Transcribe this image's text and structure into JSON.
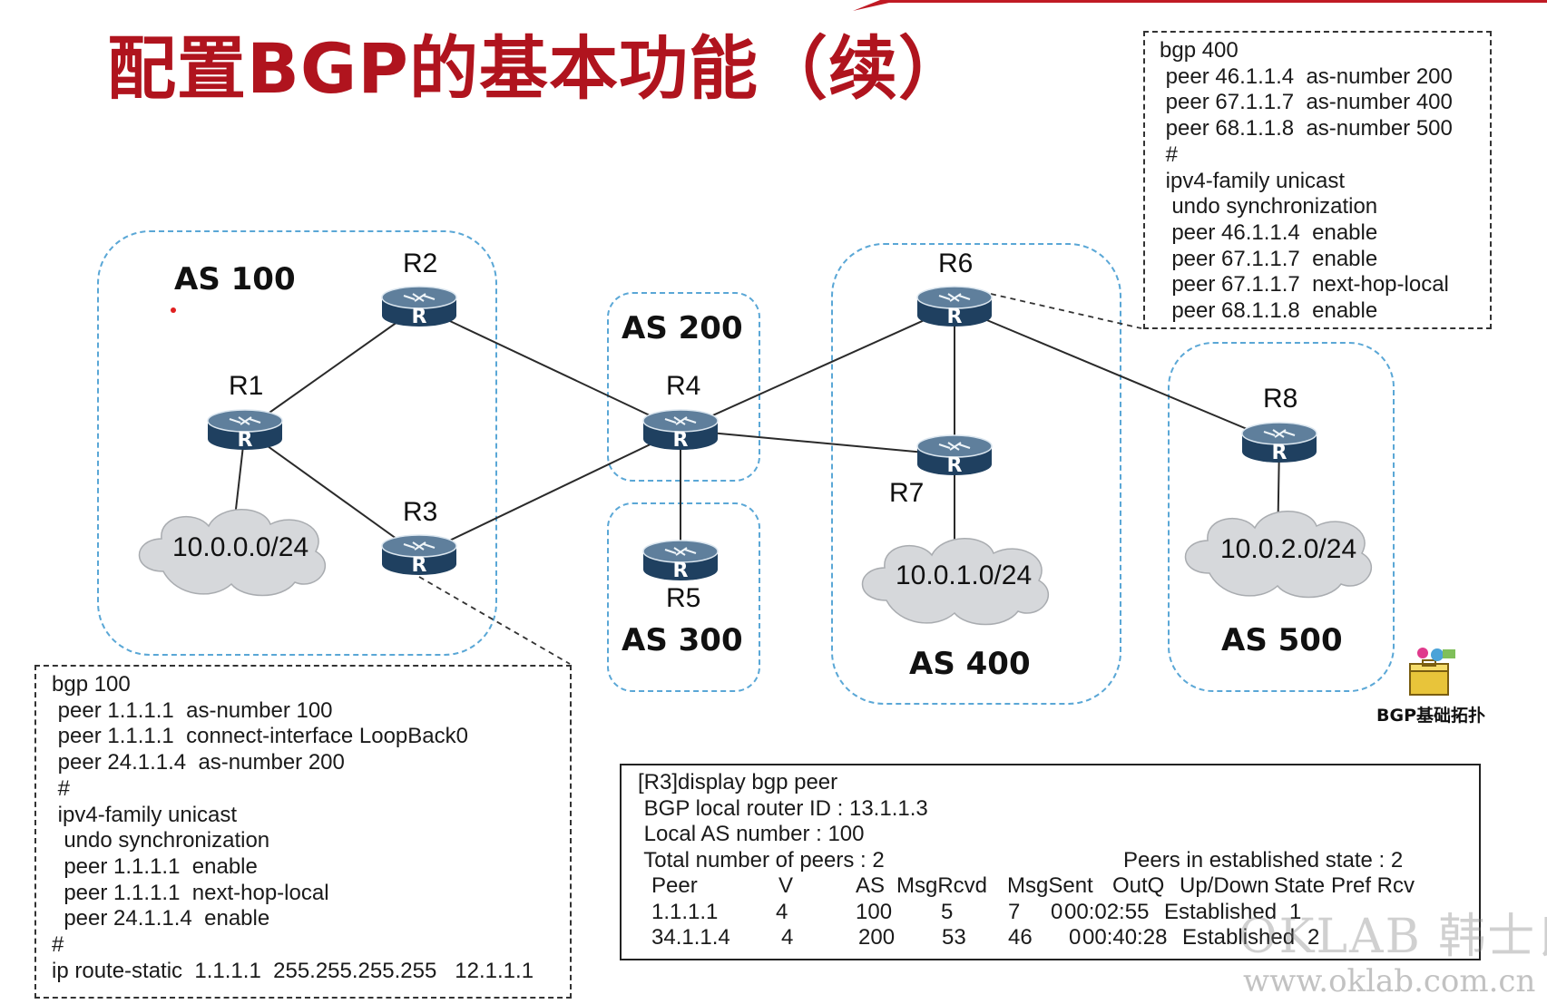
{
  "title": "配置BGP的基本功能（续）",
  "as_regions": [
    {
      "id": "as100",
      "label": "AS 100"
    },
    {
      "id": "as200",
      "label": "AS 200"
    },
    {
      "id": "as300",
      "label": "AS 300"
    },
    {
      "id": "as400",
      "label": "AS 400"
    },
    {
      "id": "as500",
      "label": "AS 500"
    }
  ],
  "routers": [
    {
      "id": "r1",
      "label": "R1",
      "icon_glyph": "R"
    },
    {
      "id": "r2",
      "label": "R2",
      "icon_glyph": "R"
    },
    {
      "id": "r3",
      "label": "R3",
      "icon_glyph": "R"
    },
    {
      "id": "r4",
      "label": "R4",
      "icon_glyph": "R"
    },
    {
      "id": "r5",
      "label": "R5",
      "icon_glyph": "R"
    },
    {
      "id": "r6",
      "label": "R6",
      "icon_glyph": "R"
    },
    {
      "id": "r7",
      "label": "R7",
      "icon_glyph": "R"
    },
    {
      "id": "r8",
      "label": "R8",
      "icon_glyph": "R"
    }
  ],
  "networks": [
    {
      "id": "net1",
      "label": "10.0.0.0/24"
    },
    {
      "id": "net2",
      "label": "10.0.1.0/24"
    },
    {
      "id": "net3",
      "label": "10.0.2.0/24"
    }
  ],
  "links": [
    {
      "from": "r1",
      "to": "r2"
    },
    {
      "from": "r1",
      "to": "r3"
    },
    {
      "from": "r1",
      "to": "net1"
    },
    {
      "from": "r2",
      "to": "r4"
    },
    {
      "from": "r3",
      "to": "r4"
    },
    {
      "from": "r4",
      "to": "r5"
    },
    {
      "from": "r4",
      "to": "r6"
    },
    {
      "from": "r4",
      "to": "r7"
    },
    {
      "from": "r6",
      "to": "r7"
    },
    {
      "from": "r6",
      "to": "r8"
    },
    {
      "from": "r7",
      "to": "net2"
    },
    {
      "from": "r8",
      "to": "net3"
    }
  ],
  "r6_config": {
    "lines": [
      "bgp 400",
      " peer 46.1.1.4  as-number 200",
      " peer 67.1.1.7  as-number 400",
      " peer 68.1.1.8  as-number 500",
      " #",
      " ipv4-family unicast",
      "  undo synchronization",
      "  peer 46.1.1.4  enable",
      "  peer 67.1.1.7  enable",
      "  peer 67.1.1.7  next-hop-local",
      "  peer 68.1.1.8  enable"
    ]
  },
  "r3_config": {
    "lines": [
      "bgp 100",
      " peer 1.1.1.1  as-number 100",
      " peer 1.1.1.1  connect-interface LoopBack0",
      " peer 24.1.1.4  as-number 200",
      " #",
      " ipv4-family unicast",
      "  undo synchronization",
      "  peer 1.1.1.1  enable",
      "  peer 1.1.1.1  next-hop-local",
      "  peer 24.1.1.4  enable",
      "#",
      "ip route-static  1.1.1.1  255.255.255.255   12.1.1.1"
    ]
  },
  "display_output": {
    "command": "[R3]display bgp peer",
    "router_id": " BGP local router ID : 13.1.1.3",
    "local_as": " Local AS number : 100",
    "total_peers": " Total number of peers : 2",
    "established": "Peers in established state : 2",
    "headers": [
      "Peer",
      "V",
      "AS",
      "MsgRcvd",
      "MsgSent",
      "OutQ",
      "Up/Down",
      "State",
      "Pref Rcv"
    ],
    "rows": [
      [
        "1.1.1.1",
        "4",
        "100",
        "5",
        "7",
        "0",
        "00:02:55",
        "Established",
        "1"
      ],
      [
        "34.1.1.4",
        "4",
        "200",
        "53",
        "46",
        "0",
        "00:40:28",
        "Established",
        "2"
      ]
    ]
  },
  "tool_icon": {
    "icon": "toolbox-icon",
    "caption": "BGP基础拓扑"
  },
  "watermark": {
    "brand": "OKLAB 韩士良",
    "url": "www.oklab.com.cn"
  },
  "colors": {
    "title": "#b0141e",
    "as_border": "#5aa7d6",
    "router_top": "#5f7f9c",
    "router_side": "#1f4060"
  }
}
